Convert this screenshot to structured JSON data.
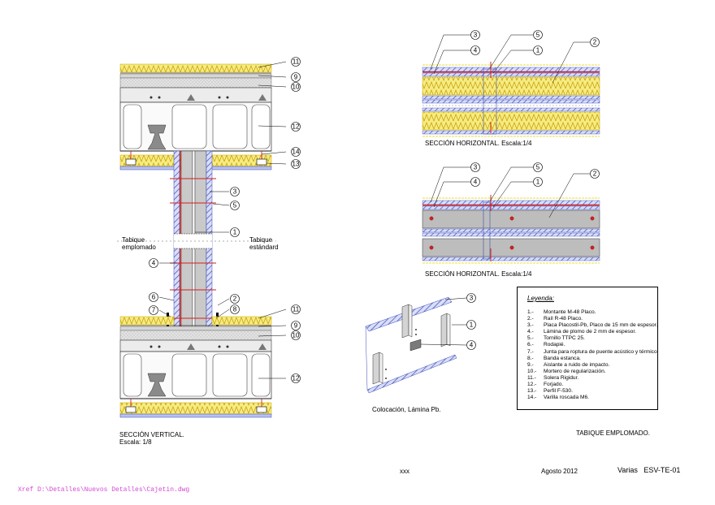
{
  "drawing": {
    "title": "TABIQUE EMPLOMADO.",
    "date": "Agosto 2012",
    "code_prefix": "Varias",
    "code": "ESV-TE-01",
    "sheet": "xxx",
    "xref": "Xref D:\\Detalles\\Nuevos Detalles\\Cajetin.dwg"
  },
  "vertical_section": {
    "title": "SECCIÓN VERTICAL.",
    "scale": "Escala: 1/8",
    "left_label": [
      "Tabique",
      "emplomado"
    ],
    "right_label": [
      "Tabique",
      "estándard"
    ],
    "callouts": [
      "11",
      "9",
      "10",
      "12",
      "14",
      "13",
      "3",
      "5",
      "1",
      "4",
      "6",
      "7",
      "2",
      "8",
      "11",
      "9",
      "10",
      "12"
    ]
  },
  "horizontal_sections": [
    {
      "title": "SECCIÓN HORIZONTAL. Escala:1/4",
      "callouts": [
        "3",
        "4",
        "5",
        "1",
        "2"
      ]
    },
    {
      "title": "SECCIÓN HORIZONTAL. Escala:1/4",
      "callouts": [
        "3",
        "4",
        "5",
        "1",
        "2"
      ]
    }
  ],
  "placement": {
    "title": "Colocación, Lámina Pb.",
    "callouts": [
      "3",
      "1",
      "4"
    ]
  },
  "legend": {
    "title": "Leyenda:",
    "items": [
      {
        "n": "1.-",
        "text": "Montante M-48 Placo."
      },
      {
        "n": "2.-",
        "text": "Raíl R-48 Placo."
      },
      {
        "n": "3.-",
        "text": "Placa Placostil-Pb, Placo de 15 mm de espesor."
      },
      {
        "n": "4.-",
        "text": "Lámina de plomo de 2 mm de espesor."
      },
      {
        "n": "5.-",
        "text": "Tornillo TTPC 25."
      },
      {
        "n": "6.-",
        "text": "Rodapié."
      },
      {
        "n": "7.-",
        "text": "Junta para roptura de puente acústico y térmico."
      },
      {
        "n": "8.-",
        "text": "Banda estanca."
      },
      {
        "n": "9.-",
        "text": "Aislante a ruido de impacto."
      },
      {
        "n": "10.-",
        "text": "Mortero de regularización."
      },
      {
        "n": "11.-",
        "text": "Solera Rigidur."
      },
      {
        "n": "12.-",
        "text": "Forjado."
      },
      {
        "n": "13.-",
        "text": "Perfil F-530."
      },
      {
        "n": "14.-",
        "text": "Varilla roscada M6."
      }
    ]
  },
  "colors": {
    "insulation": "#f2e87a",
    "insulation_line": "#c8a800",
    "board": "#6a78c8",
    "lead": "#d21e1e",
    "concrete": "#d9d9d9",
    "mortar": "#cfcfcf",
    "xref": "#d24bd2"
  }
}
